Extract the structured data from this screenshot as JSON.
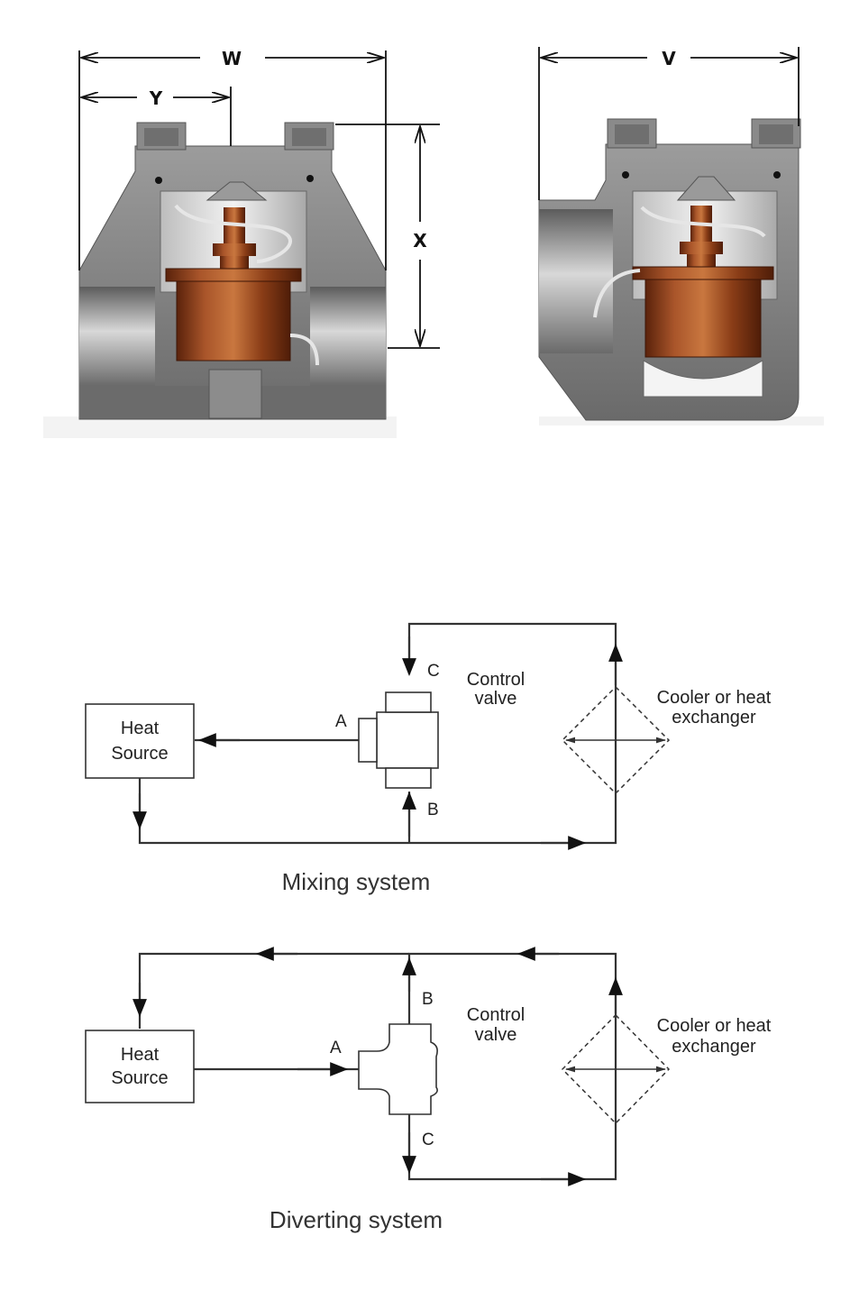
{
  "dimensions": {
    "w": "W",
    "y": "Y",
    "x": "X",
    "v": "V"
  },
  "mixing": {
    "heat_source": [
      "Heat",
      "Source"
    ],
    "control_valve": [
      "Control",
      "valve"
    ],
    "cooler": [
      "Cooler or heat",
      "exchanger"
    ],
    "port_a": "A",
    "port_b": "B",
    "port_c": "C",
    "caption": "Mixing system"
  },
  "diverting": {
    "heat_source": [
      "Heat",
      "Source"
    ],
    "control_valve": [
      "Control",
      "valve"
    ],
    "cooler": [
      "Cooler or heat",
      "exchanger"
    ],
    "port_a": "A",
    "port_b": "B",
    "port_c": "C",
    "caption": "Diverting system"
  },
  "colors": {
    "valve_body": "#8e8e8e",
    "thermostat_element": "#9a4a1e",
    "line": "#333333"
  }
}
